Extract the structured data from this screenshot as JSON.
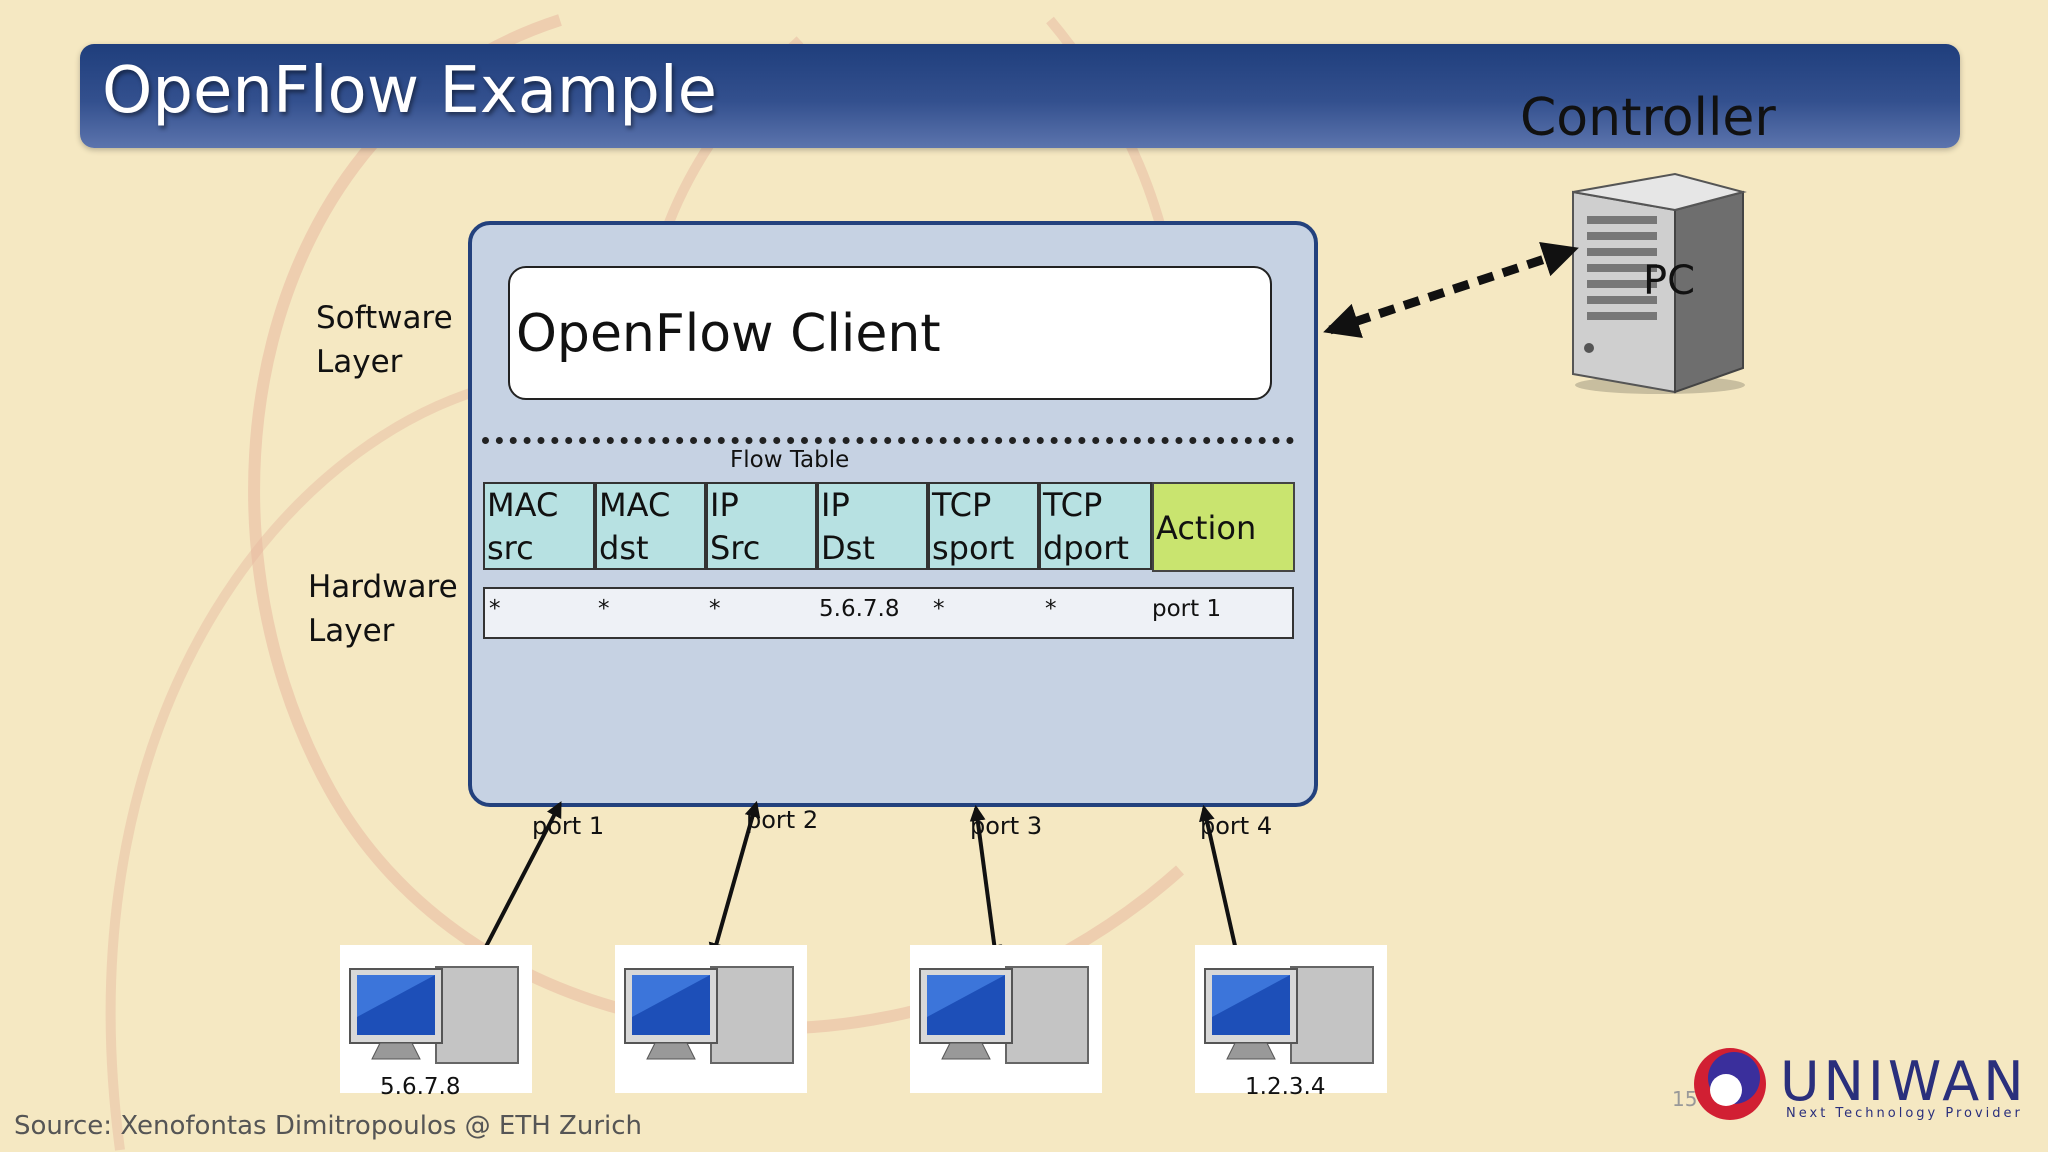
{
  "slide": {
    "title": "OpenFlow Example",
    "source": "Source: Xenofontas Dimitropoulos @ ETH Zurich",
    "slide_number": "15"
  },
  "controller": {
    "label": "Controller",
    "pc_label": "PC"
  },
  "layers": {
    "software": "Software\nLayer",
    "hardware": "Hardware\nLayer"
  },
  "switch": {
    "client_label": "OpenFlow Client",
    "flow_table_label": "Flow Table",
    "headers": [
      "MAC\nsrc",
      "MAC\ndst",
      "IP\nSrc",
      "IP\nDst",
      "TCP\nsport",
      "TCP\ndport"
    ],
    "action_header": "Action",
    "row": [
      "*",
      "*",
      "*",
      "5.6.7.8",
      "*",
      "*",
      "port 1"
    ]
  },
  "ports": [
    "port 1",
    "port 2",
    "port 3",
    "port 4"
  ],
  "hosts": [
    {
      "ip": "5.6.7.8"
    },
    {
      "ip": ""
    },
    {
      "ip": ""
    },
    {
      "ip": "1.2.3.4"
    }
  ],
  "logo": {
    "name": "UNIWAN",
    "tagline": "Next Technology Provider"
  },
  "colors": {
    "title_bar": "#2b4a88",
    "switch_fill": "#c6d2e3",
    "header_fill": "#b7e1e2",
    "action_fill": "#c9e46f"
  }
}
